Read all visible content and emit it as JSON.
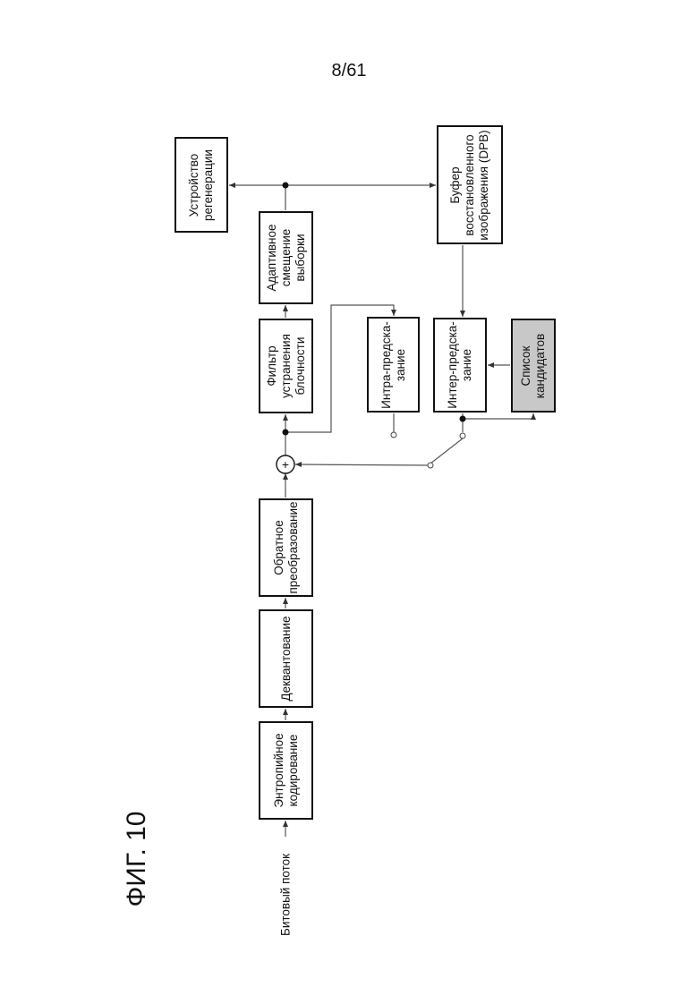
{
  "page": {
    "number": "8/61",
    "figure_label": "ФИГ. 10"
  },
  "input": {
    "label": "Битовый поток"
  },
  "blocks": {
    "entropy": {
      "lines": [
        "Энтропийное",
        "кодирование"
      ]
    },
    "dequant": {
      "lines": [
        "Деквантование"
      ]
    },
    "inverse": {
      "lines": [
        "Обратное",
        "преобразование"
      ]
    },
    "deblock": {
      "lines": [
        "Фильтр",
        "устранения",
        "блочности"
      ]
    },
    "sao": {
      "lines": [
        "Адаптивное",
        "смещение",
        "выборки"
      ]
    },
    "display": {
      "lines": [
        "Устройство",
        "регенерации"
      ]
    },
    "dpb": {
      "lines": [
        "Буфер",
        "восстановленного",
        "изображения (DPB)"
      ]
    },
    "intra": {
      "lines": [
        "Интра-предска-",
        "зание"
      ]
    },
    "inter": {
      "lines": [
        "Интер-предска-",
        "зание"
      ]
    },
    "candidates": {
      "lines": [
        "Список",
        "кандидатов"
      ]
    }
  },
  "adder": {
    "symbol": "+"
  }
}
